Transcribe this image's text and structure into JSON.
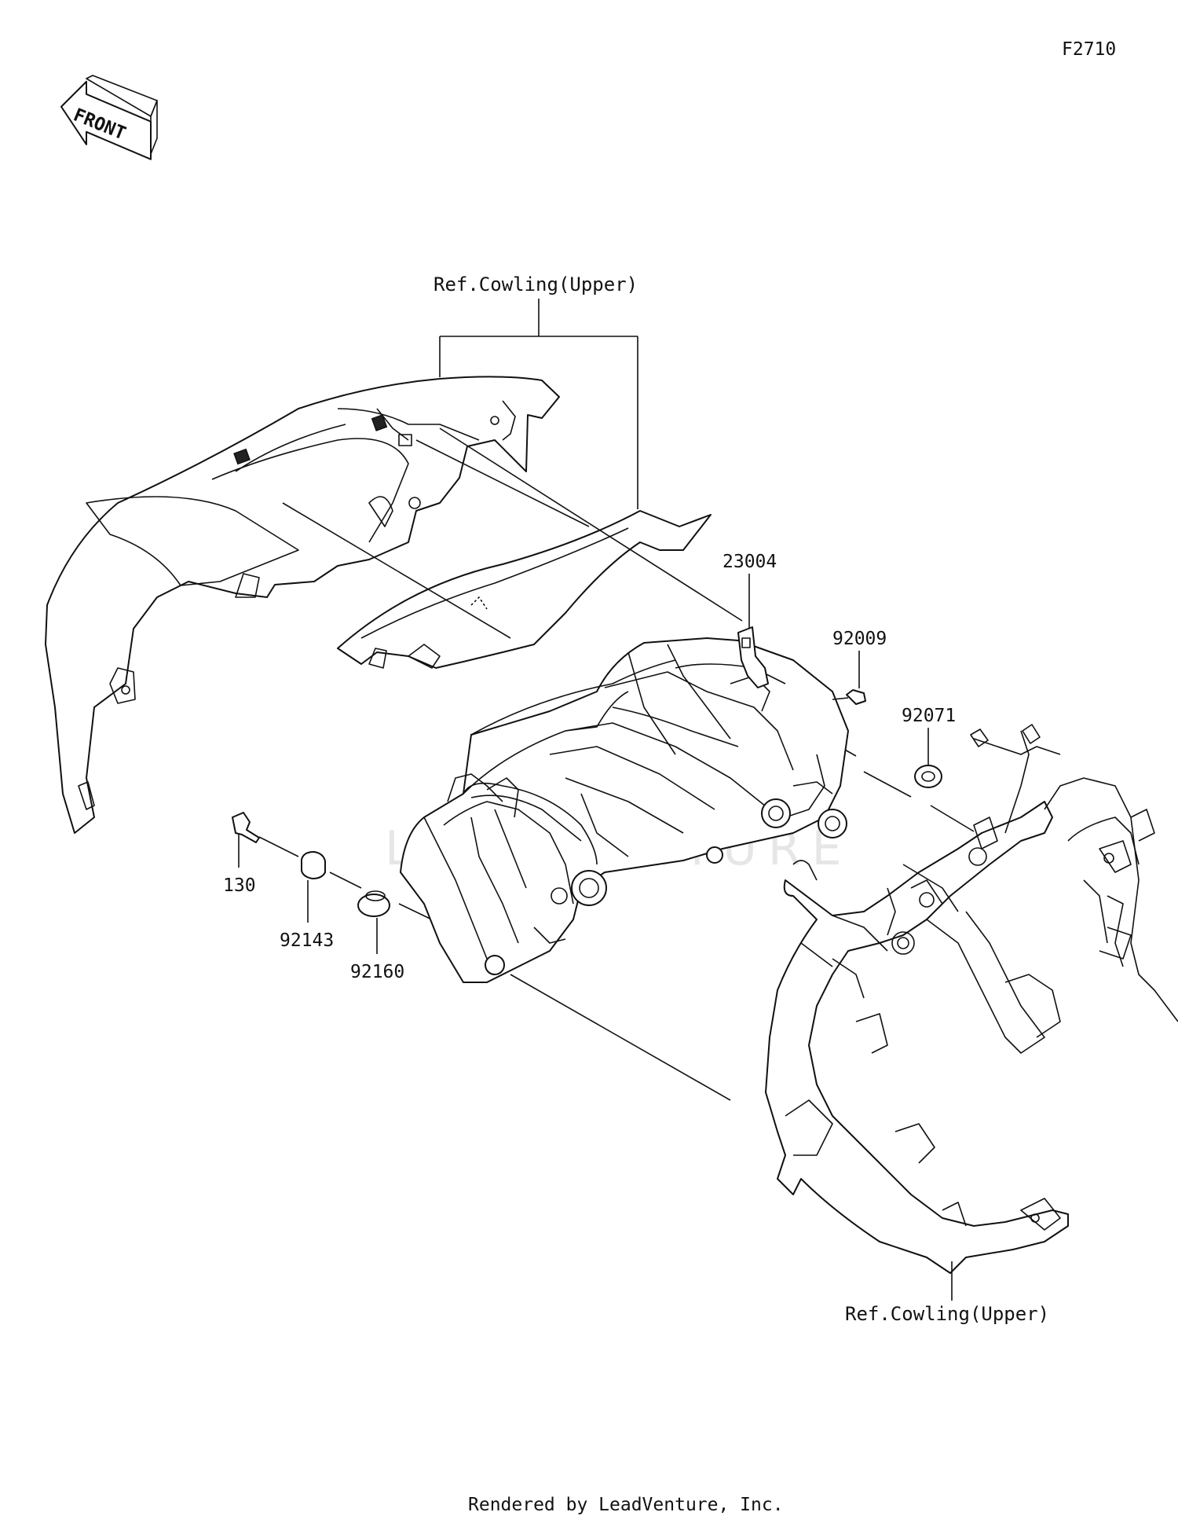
{
  "diagram_code": "F2710",
  "front_label": "FRONT",
  "watermark": "LEADVENTURE",
  "footer": "Rendered by LeadVenture, Inc.",
  "callouts": {
    "ref_cowling_top": "Ref.Cowling(Upper)",
    "ref_cowling_bottom": "Ref.Cowling(Upper)",
    "p23004": "23004",
    "p92009": "92009",
    "p92071": "92071",
    "p130": "130",
    "p92143": "92143",
    "p92160": "92160"
  }
}
